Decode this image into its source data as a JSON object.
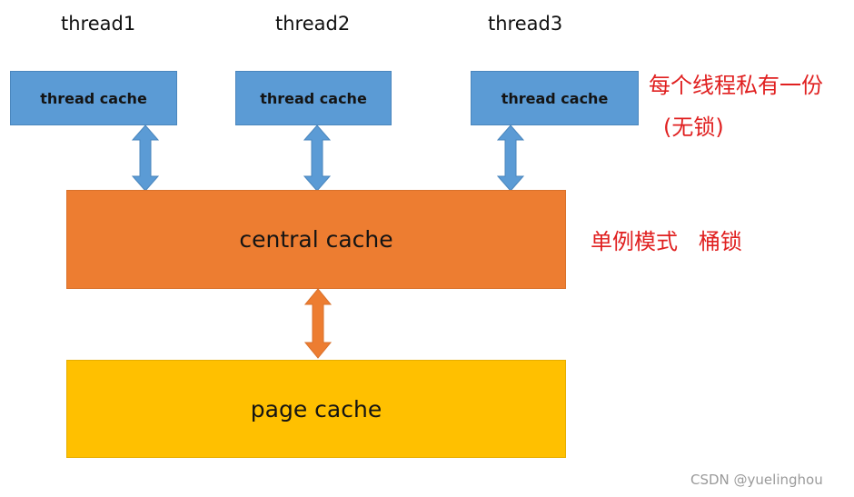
{
  "threads": [
    {
      "label": "thread1",
      "cache_label": "thread cache"
    },
    {
      "label": "thread2",
      "cache_label": "thread cache"
    },
    {
      "label": "thread3",
      "cache_label": "thread cache"
    }
  ],
  "central": {
    "label": "central cache"
  },
  "page": {
    "label": "page cache"
  },
  "notes": {
    "thread_note_line1": "每个线程私有一份",
    "thread_note_line2": "(无锁)",
    "central_note": "单例模式   桶锁"
  },
  "watermark": "CSDN @yuelinghou",
  "colors": {
    "thread_cache": "#5b9bd5",
    "central_cache": "#ed7d31",
    "page_cache": "#ffc000",
    "note_text": "#e02020"
  }
}
